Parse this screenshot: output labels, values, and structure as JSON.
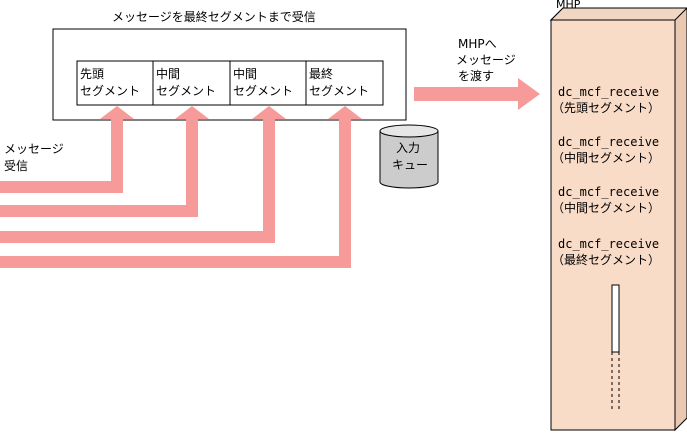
{
  "title": "メッセージを最終セグメントまで受信",
  "segments": [
    {
      "line1": "先頭",
      "line2": "セグメント"
    },
    {
      "line1": "中間",
      "line2": "セグメント"
    },
    {
      "line1": "中間",
      "line2": "セグメント"
    },
    {
      "line1": "最終",
      "line2": "セグメント"
    }
  ],
  "receive_label": {
    "line1": "メッセージ",
    "line2": "受信"
  },
  "queue_label": {
    "line1": "入力",
    "line2": "キュー"
  },
  "handoff_label": {
    "line1": "MHPへ",
    "line2": "メッセージ",
    "line3": "を渡す"
  },
  "mhp": {
    "title": "MHP",
    "calls": [
      {
        "func": "dc_mcf_receive",
        "arg": "（先頭セグメント）"
      },
      {
        "func": "dc_mcf_receive",
        "arg": "（中間セグメント）"
      },
      {
        "func": "dc_mcf_receive",
        "arg": "（中間セグメント）"
      },
      {
        "func": "dc_mcf_receive",
        "arg": "（最終セグメント）"
      }
    ]
  },
  "colors": {
    "arrow": "#f79a9a",
    "mhp_fill": "#f8dcc8",
    "mhp_side": "#e9c9b2"
  }
}
